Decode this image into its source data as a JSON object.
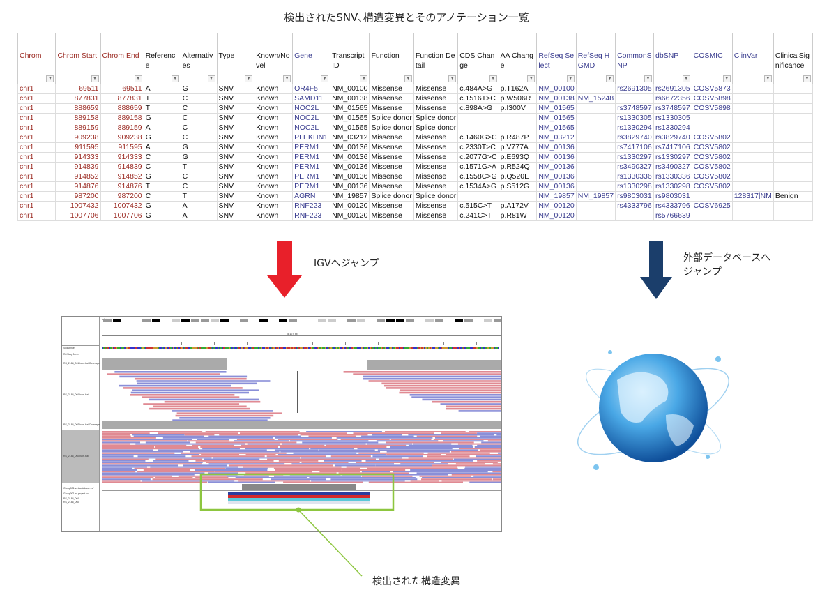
{
  "title": "検出されたSNV､構造変異とそのアノテーション一覧",
  "table": {
    "columns": [
      {
        "label": "Chrom",
        "color": "red"
      },
      {
        "label": "Chrom Start",
        "color": "red"
      },
      {
        "label": "Chrom End",
        "color": "red"
      },
      {
        "label": "Reference",
        "color": "black"
      },
      {
        "label": "Alternatives",
        "color": "black"
      },
      {
        "label": "Type",
        "color": "black"
      },
      {
        "label": "Known/Novel",
        "color": "black"
      },
      {
        "label": "Gene",
        "color": "blue"
      },
      {
        "label": "Transcript ID",
        "color": "black"
      },
      {
        "label": "Function",
        "color": "black"
      },
      {
        "label": "Function Detail",
        "color": "black"
      },
      {
        "label": "CDS Change",
        "color": "black"
      },
      {
        "label": "AA Change",
        "color": "black"
      },
      {
        "label": "RefSeq Select",
        "color": "blue"
      },
      {
        "label": "RefSeq HGMD",
        "color": "blue"
      },
      {
        "label": "CommonSNP",
        "color": "blue"
      },
      {
        "label": "dbSNP",
        "color": "blue"
      },
      {
        "label": "COSMIC",
        "color": "blue"
      },
      {
        "label": "ClinVar",
        "color": "blue"
      },
      {
        "label": "ClinicalSignificance",
        "color": "black"
      }
    ],
    "rows": [
      [
        "chr1",
        "69511",
        "69511",
        "A",
        "G",
        "SNV",
        "Known",
        "OR4F5",
        "NM_00100",
        "Missense",
        "Missense",
        "c.484A>G",
        "p.T162A",
        "NM_00100",
        "",
        "rs2691305",
        "rs2691305",
        "COSV5873",
        "",
        ""
      ],
      [
        "chr1",
        "877831",
        "877831",
        "T",
        "C",
        "SNV",
        "Known",
        "SAMD11",
        "NM_00138",
        "Missense",
        "Missense",
        "c.1516T>C",
        "p.W506R",
        "NM_00138",
        "NM_15248",
        "",
        "rs6672356",
        "COSV5898",
        "",
        ""
      ],
      [
        "chr1",
        "888659",
        "888659",
        "T",
        "C",
        "SNV",
        "Known",
        "NOC2L",
        "NM_01565",
        "Missense",
        "Missense",
        "c.898A>G",
        "p.I300V",
        "NM_01565",
        "",
        "rs3748597",
        "rs3748597",
        "COSV5898",
        "",
        ""
      ],
      [
        "chr1",
        "889158",
        "889158",
        "G",
        "C",
        "SNV",
        "Known",
        "NOC2L",
        "NM_01565",
        "Splice donor",
        "Splice donor",
        "",
        "",
        "NM_01565",
        "",
        "rs1330305",
        "rs1330305",
        "",
        "",
        ""
      ],
      [
        "chr1",
        "889159",
        "889159",
        "A",
        "C",
        "SNV",
        "Known",
        "NOC2L",
        "NM_01565",
        "Splice donor",
        "Splice donor",
        "",
        "",
        "NM_01565",
        "",
        "rs1330294",
        "rs1330294",
        "",
        "",
        ""
      ],
      [
        "chr1",
        "909238",
        "909238",
        "G",
        "C",
        "SNV",
        "Known",
        "PLEKHN1",
        "NM_03212",
        "Missense",
        "Missense",
        "c.1460G>C",
        "p.R487P",
        "NM_03212",
        "",
        "rs3829740",
        "rs3829740",
        "COSV5802",
        "",
        ""
      ],
      [
        "chr1",
        "911595",
        "911595",
        "A",
        "G",
        "SNV",
        "Known",
        "PERM1",
        "NM_00136",
        "Missense",
        "Missense",
        "c.2330T>C",
        "p.V777A",
        "NM_00136",
        "",
        "rs7417106",
        "rs7417106",
        "COSV5802",
        "",
        ""
      ],
      [
        "chr1",
        "914333",
        "914333",
        "C",
        "G",
        "SNV",
        "Known",
        "PERM1",
        "NM_00136",
        "Missense",
        "Missense",
        "c.2077G>C",
        "p.E693Q",
        "NM_00136",
        "",
        "rs1330297",
        "rs1330297",
        "COSV5802",
        "",
        ""
      ],
      [
        "chr1",
        "914839",
        "914839",
        "C",
        "T",
        "SNV",
        "Known",
        "PERM1",
        "NM_00136",
        "Missense",
        "Missense",
        "c.1571G>A",
        "p.R524Q",
        "NM_00136",
        "",
        "rs3490327",
        "rs3490327",
        "COSV5802",
        "",
        ""
      ],
      [
        "chr1",
        "914852",
        "914852",
        "G",
        "C",
        "SNV",
        "Known",
        "PERM1",
        "NM_00136",
        "Missense",
        "Missense",
        "c.1558C>G",
        "p.Q520E",
        "NM_00136",
        "",
        "rs1330336",
        "rs1330336",
        "COSV5802",
        "",
        ""
      ],
      [
        "chr1",
        "914876",
        "914876",
        "T",
        "C",
        "SNV",
        "Known",
        "PERM1",
        "NM_00136",
        "Missense",
        "Missense",
        "c.1534A>G",
        "p.S512G",
        "NM_00136",
        "",
        "rs1330298",
        "rs1330298",
        "COSV5802",
        "",
        ""
      ],
      [
        "chr1",
        "987200",
        "987200",
        "C",
        "T",
        "SNV",
        "Known",
        "AGRN",
        "NM_19857",
        "Splice donor",
        "Splice donor",
        "",
        "",
        "NM_19857",
        "NM_19857",
        "rs9803031",
        "rs9803031",
        "",
        "128317|NM",
        "Benign"
      ],
      [
        "chr1",
        "1007432",
        "1007432",
        "G",
        "A",
        "SNV",
        "Known",
        "RNF223",
        "NM_00120",
        "Missense",
        "Missense",
        "c.515C>T",
        "p.A172V",
        "NM_00120",
        "",
        "rs4333796",
        "rs4333796",
        "COSV6925",
        "",
        ""
      ],
      [
        "chr1",
        "1007706",
        "1007706",
        "G",
        "A",
        "SNV",
        "Known",
        "RNF223",
        "NM_00120",
        "Missense",
        "Missense",
        "c.241C>T",
        "p.R81W",
        "NM_00120",
        "",
        "",
        "rs5766639",
        "",
        "",
        ""
      ]
    ]
  },
  "igv_jump_label": "IGVへジャンプ",
  "db_jump_label_1": "外部データベースへ",
  "db_jump_label_2": "ジャンプ",
  "igv": {
    "chrom": "chr1",
    "span": "5,174 bp",
    "tracks": [
      "Sequence",
      "RefSeq Genes",
      "RS_2188_001.bam.bai Coverage",
      "RS_2188_001.bam.bai",
      "RS_2188_002.bam.bai Coverage",
      "RS_2188_002.bam.bai",
      "Group001.sv.bcadabase.vcf",
      "Group001.sv.project.vcf",
      "RS_2188_001",
      "RS_2188_002"
    ]
  },
  "sv_caption": "検出された構造変異",
  "colors": {
    "red_arrow": "#e8202a",
    "blue_arrow": "#1b3e6b",
    "highlight": "#8dc63f",
    "header_red": "#9b2a22",
    "header_blue": "#3a3d8f"
  }
}
